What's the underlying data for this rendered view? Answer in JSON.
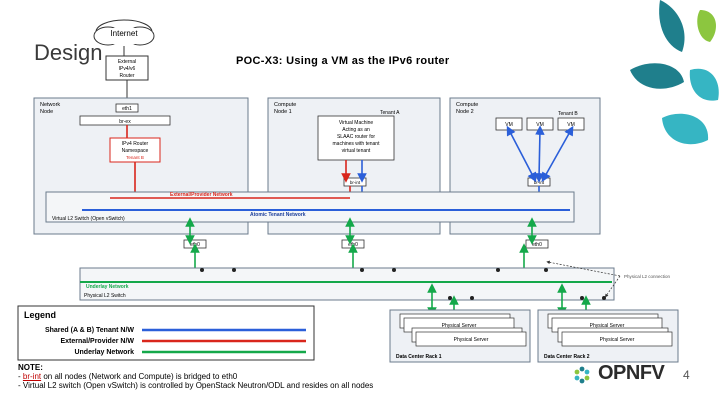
{
  "slide": {
    "title": "Design",
    "diagram_title": "POC-X3: Using a VM as the IPv6 router",
    "page_number": "4",
    "brand": "OPNFV"
  },
  "cloud": {
    "label": "Internet"
  },
  "external_router": {
    "lines": [
      "External",
      "IPv4/v6",
      "Router"
    ]
  },
  "network_node": {
    "label_lines": [
      "Network",
      "Node"
    ],
    "eth1": "eth1",
    "br_ex": "br-ex",
    "ipv4_router_lines": [
      "IPv4 Router",
      "Namespace",
      "Tenant B"
    ],
    "eth0": "eth0"
  },
  "compute1": {
    "label_lines": [
      "Compute",
      "Node 1"
    ],
    "tenant": "Tenant A",
    "vm_lines": [
      "Virtual Machine",
      "Acting as an",
      "SLAAC router for",
      "machines with tenant",
      "virtual tenant"
    ],
    "br_int": "br-int",
    "eth0": "eth0"
  },
  "compute2": {
    "label_lines": [
      "Compute",
      "Node 2"
    ],
    "tenant": "Tenant B",
    "vms": [
      "VM",
      "VM",
      "VM"
    ],
    "br_int": "br-int",
    "eth0": "eth0"
  },
  "networks": {
    "external": "External/Provider Network",
    "atomic": "Atomic Tenant Network",
    "l2_switch": "Virtual L2 Switch (Open vSwitch)",
    "underlay": "Underlay Network",
    "physical_l2": "Physical L2 Switch"
  },
  "callout": {
    "text": "Physical L2 connection"
  },
  "racks": [
    {
      "label": "Data Center Rack 1",
      "servers": [
        "Physical Server",
        "Physical Server"
      ]
    },
    {
      "label": "Data Center Rack 2",
      "servers": [
        "Physical Server",
        "Physical Server"
      ]
    }
  ],
  "legend": {
    "title": "Legend",
    "items": [
      {
        "label": "Shared (A & B) Tenant N/W",
        "color": "#2b5fd9"
      },
      {
        "label": "External/Provider N/W",
        "color": "#d9261c"
      },
      {
        "label": "Underlay Network",
        "color": "#14a84a"
      }
    ]
  },
  "note": {
    "heading": "NOTE:",
    "line1_red": "br-int",
    "line1_rest": " on all nodes (Network and Compute) is bridged to eth0",
    "line2": "- Virtual L2 switch (Open vSwitch) is controlled by OpenStack Neutron/ODL and resides on all nodes"
  },
  "colors": {
    "blue": "#2b5fd9",
    "red": "#d9261c",
    "green": "#14a84a",
    "teal": "#36b5c3",
    "lime": "#8cc63f",
    "dark_teal": "#1f7f8c"
  }
}
